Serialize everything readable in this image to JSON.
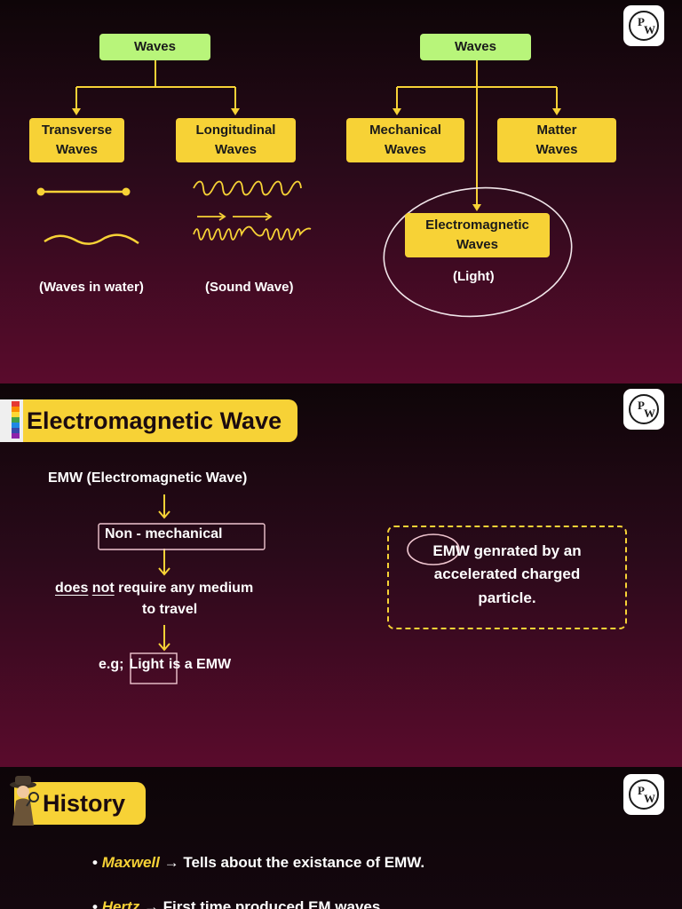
{
  "colors": {
    "accent_yellow": "#f7d236",
    "accent_green": "#b8f57a",
    "background_top": "#0e0508",
    "background_bottom": "#5a0b2c"
  },
  "logo": {
    "letters_top": "P",
    "letters_bottom": "W",
    "icon": "pw-logo-icon"
  },
  "slide1": {
    "left_tree": {
      "root": "Waves",
      "children": [
        "Transverse\nWaves",
        "Longitudinal\nWaves"
      ],
      "captions": [
        "(Waves in water)",
        "(Sound Wave)"
      ]
    },
    "right_tree": {
      "root": "Waves",
      "children": [
        "Mechanical\nWaves",
        "Matter\nWaves"
      ],
      "center_child": "Electromagnetic\nWaves",
      "center_caption": "(Light)"
    }
  },
  "slide2": {
    "title": "Electromagnetic Wave",
    "flow": {
      "step1": "EMW (Electromagnetic Wave)",
      "step2": "Non - mechanical",
      "step3_words": [
        "does",
        "not",
        "require any medium"
      ],
      "step3_line2": "to travel",
      "step4_prefix": "e.g;",
      "step4_boxed": "Light",
      "step4_suffix": "is a EMW"
    },
    "note": {
      "circled": "EMW",
      "line1_rest": "genrated by an",
      "line2": "accelerated charged",
      "line3": "particle."
    }
  },
  "slide3": {
    "title": "History",
    "bullets": [
      {
        "name": "Maxwell",
        "arrow": "→",
        "text": "Tells about the existance of EMW."
      },
      {
        "name": "Hertz",
        "arrow": "→",
        "text": "First time produced EM waves"
      }
    ]
  }
}
